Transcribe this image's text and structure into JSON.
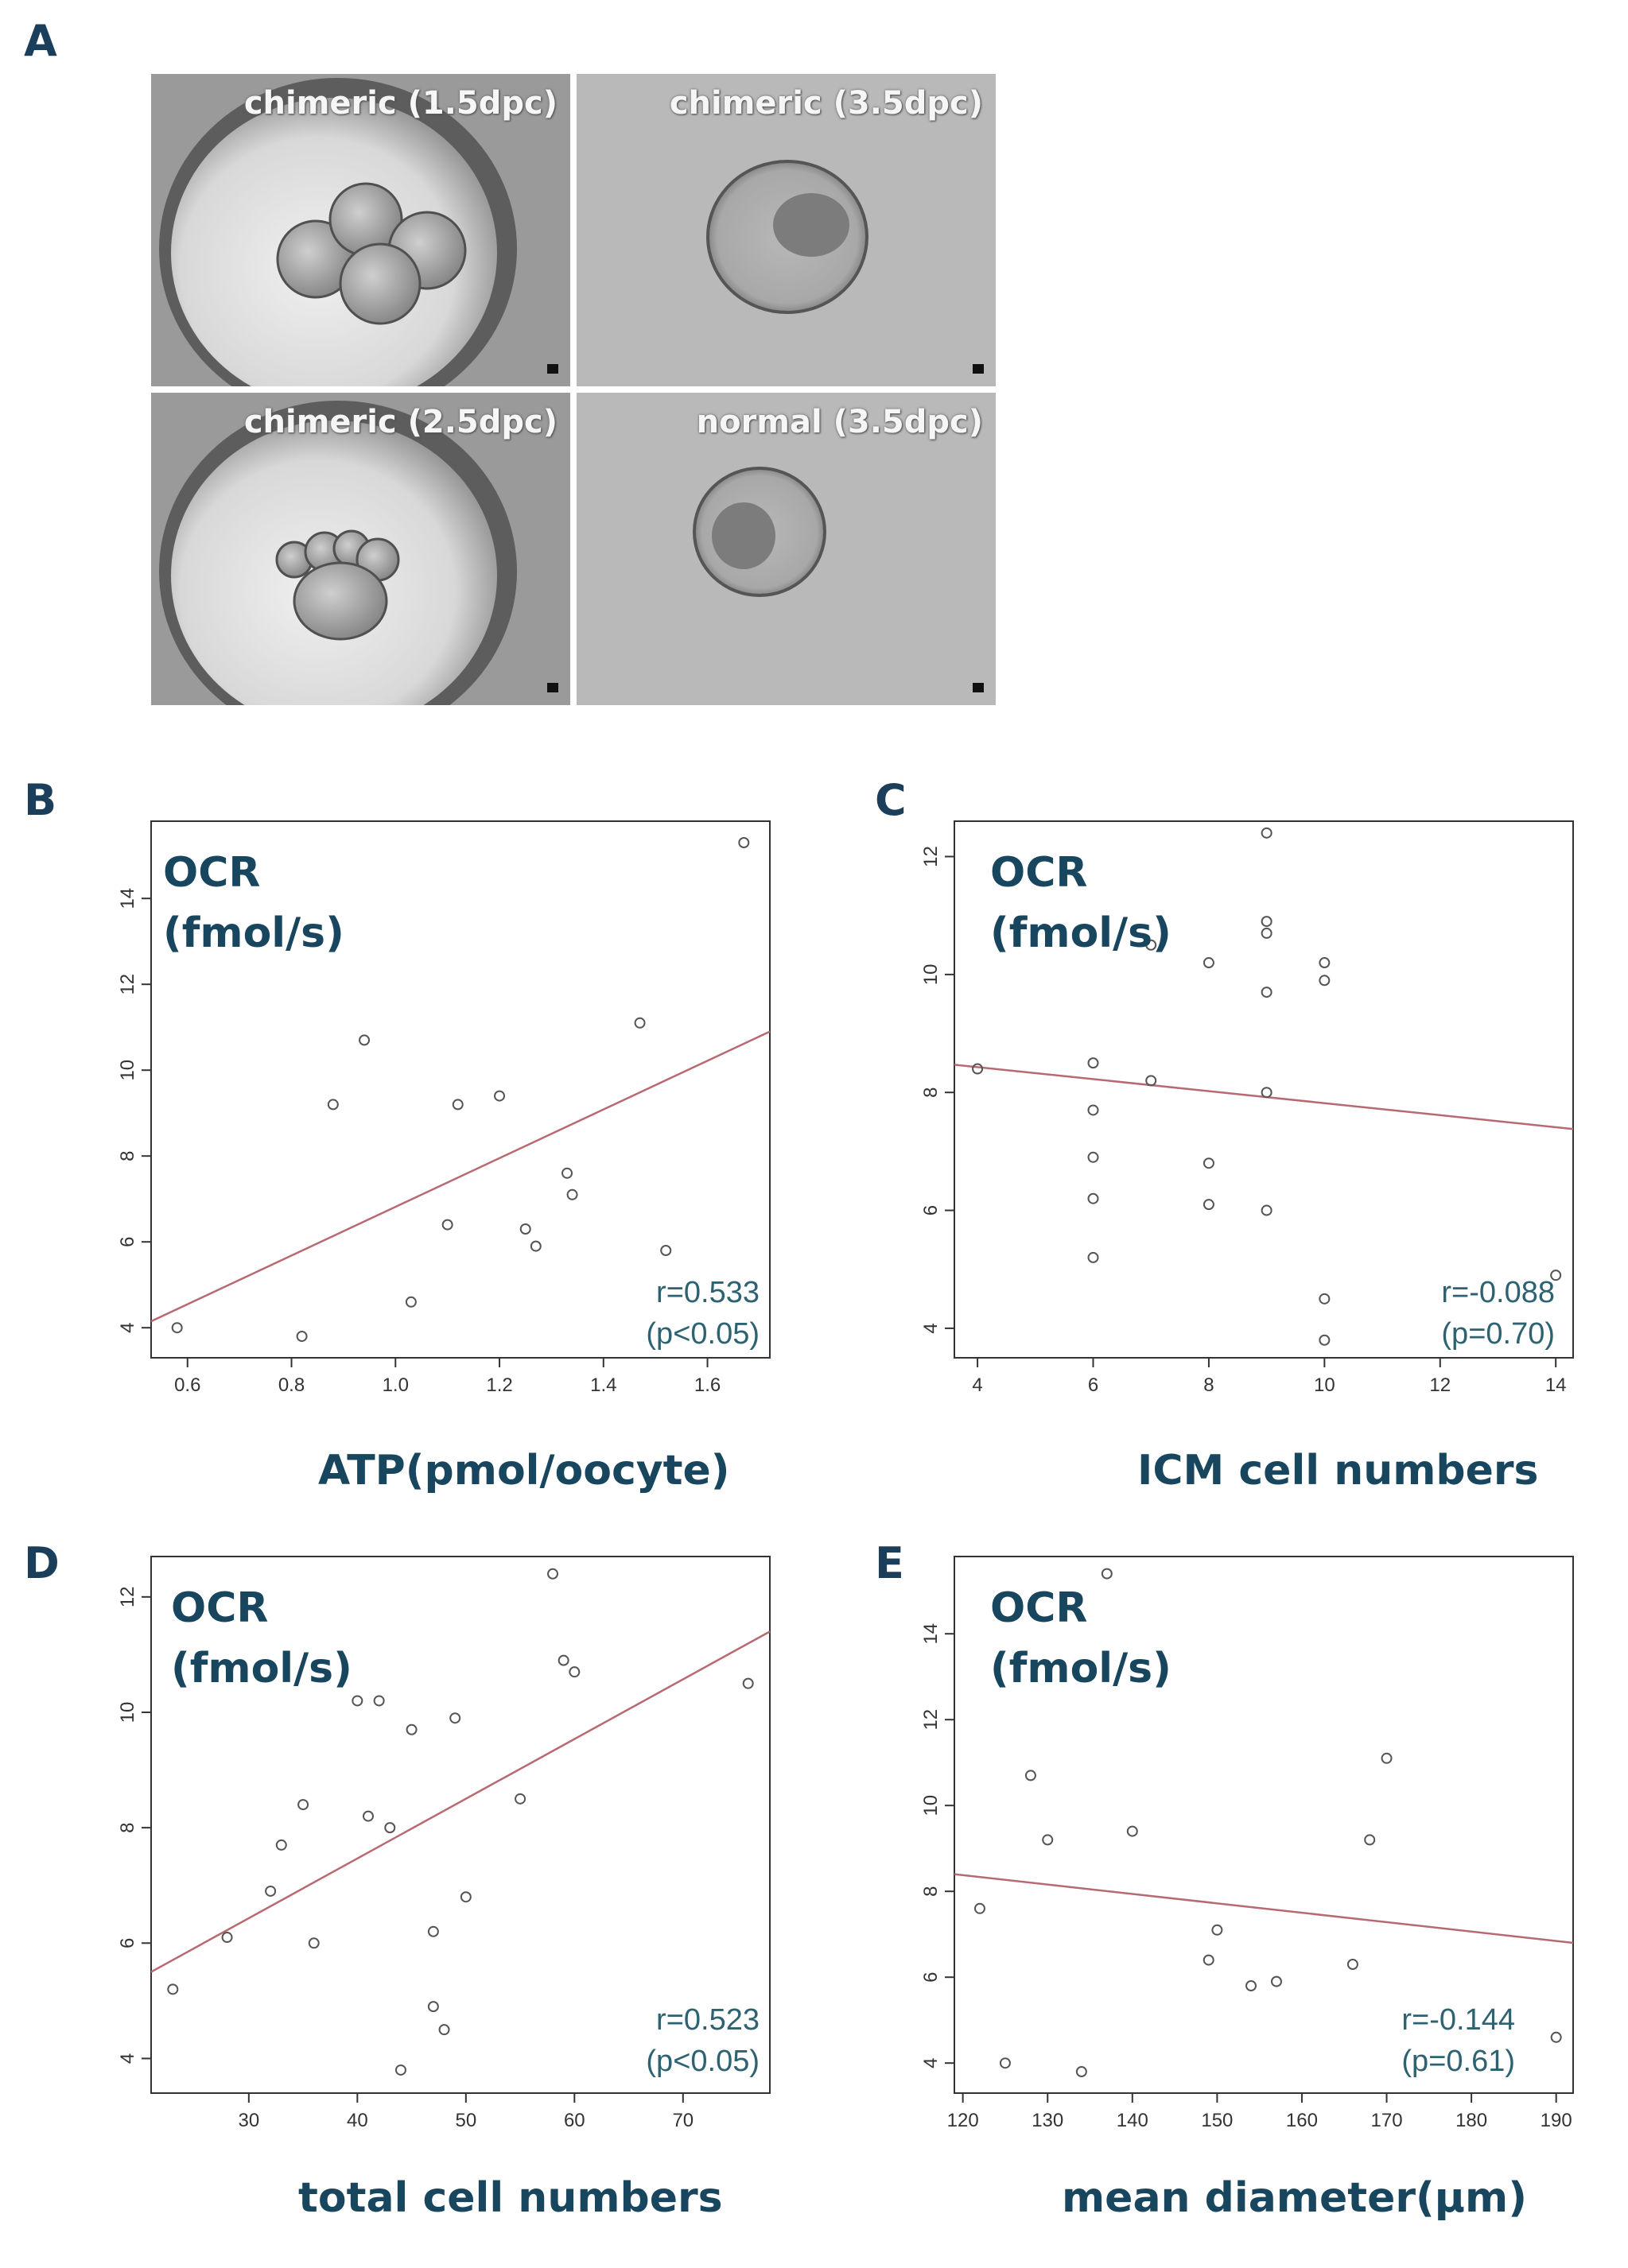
{
  "panels": {
    "A": {
      "letter": "A",
      "images": [
        {
          "label": "chimeric (1.5dpc)"
        },
        {
          "label": "chimeric (3.5dpc)"
        },
        {
          "label": "chimeric (2.5dpc)"
        },
        {
          "label": "normal (3.5dpc)"
        }
      ]
    }
  },
  "colors": {
    "panel_letter": "#1b3f5a",
    "axis_label": "#17465e",
    "stat_text": "#2d6272",
    "regression_line": "#b86a72",
    "point": "#555555"
  },
  "chart_data": [
    {
      "panel": "B",
      "type": "scatter",
      "ylabel_lines": [
        "OCR",
        "(fmol/s)"
      ],
      "xlabel": "ATP(pmol/oocyte)",
      "xlim": [
        0.53,
        1.72
      ],
      "ylim": [
        3.3,
        15.8
      ],
      "xticks": [
        0.6,
        0.8,
        1.0,
        1.2,
        1.4,
        1.6
      ],
      "xtick_labels": [
        "0.6",
        "0.8",
        "1.0",
        "1.2",
        "1.4",
        "1.6"
      ],
      "yticks": [
        4,
        6,
        8,
        10,
        12,
        14
      ],
      "ytick_labels": [
        "4",
        "6",
        "8",
        "10",
        "12",
        "14"
      ],
      "points": [
        [
          0.58,
          4.0
        ],
        [
          0.82,
          3.8
        ],
        [
          0.88,
          9.2
        ],
        [
          0.94,
          10.7
        ],
        [
          1.03,
          4.6
        ],
        [
          1.1,
          6.4
        ],
        [
          1.12,
          9.2
        ],
        [
          1.2,
          9.4
        ],
        [
          1.25,
          6.3
        ],
        [
          1.27,
          5.9
        ],
        [
          1.33,
          7.6
        ],
        [
          1.34,
          7.1
        ],
        [
          1.47,
          11.1
        ],
        [
          1.52,
          5.8
        ],
        [
          1.67,
          15.3
        ]
      ],
      "regression": {
        "x": [
          0.53,
          1.72
        ],
        "y": [
          4.15,
          10.9
        ]
      },
      "stats": {
        "r": "r=0.533",
        "p": "(p<0.05)"
      },
      "grid": false
    },
    {
      "panel": "C",
      "type": "scatter",
      "ylabel_lines": [
        "OCR",
        "(fmol/s)"
      ],
      "xlabel": "ICM cell numbers",
      "xlim": [
        3.6,
        14.3
      ],
      "ylim": [
        3.5,
        12.6
      ],
      "xticks": [
        4,
        6,
        8,
        10,
        12,
        14
      ],
      "xtick_labels": [
        "4",
        "6",
        "8",
        "10",
        "12",
        "14"
      ],
      "yticks": [
        4,
        6,
        8,
        10,
        12
      ],
      "ytick_labels": [
        "4",
        "6",
        "8",
        "10",
        "12"
      ],
      "points": [
        [
          4,
          8.4
        ],
        [
          6,
          8.5
        ],
        [
          6,
          7.7
        ],
        [
          6,
          6.9
        ],
        [
          6,
          6.2
        ],
        [
          6,
          5.2
        ],
        [
          7,
          10.5
        ],
        [
          7,
          8.2
        ],
        [
          8,
          10.2
        ],
        [
          8,
          6.8
        ],
        [
          8,
          6.1
        ],
        [
          9,
          12.4
        ],
        [
          9,
          10.9
        ],
        [
          9,
          10.7
        ],
        [
          9,
          9.7
        ],
        [
          9,
          8.0
        ],
        [
          9,
          6.0
        ],
        [
          10,
          10.2
        ],
        [
          10,
          9.9
        ],
        [
          10,
          4.5
        ],
        [
          10,
          3.8
        ],
        [
          14,
          4.9
        ]
      ],
      "regression": {
        "x": [
          3.6,
          14.3
        ],
        "y": [
          8.47,
          7.38
        ]
      },
      "stats": {
        "r": "r=-0.088",
        "p": "(p=0.70)"
      },
      "grid": false
    },
    {
      "panel": "D",
      "type": "scatter",
      "ylabel_lines": [
        "OCR",
        "(fmol/s)"
      ],
      "xlabel": "total cell numbers",
      "xlim": [
        21,
        78
      ],
      "ylim": [
        3.4,
        12.7
      ],
      "xticks": [
        30,
        40,
        50,
        60,
        70
      ],
      "xtick_labels": [
        "30",
        "40",
        "50",
        "60",
        "70"
      ],
      "yticks": [
        4,
        6,
        8,
        10,
        12
      ],
      "ytick_labels": [
        "4",
        "6",
        "8",
        "10",
        "12"
      ],
      "points": [
        [
          23,
          5.2
        ],
        [
          28,
          6.1
        ],
        [
          32,
          6.9
        ],
        [
          33,
          7.7
        ],
        [
          35,
          8.4
        ],
        [
          36,
          6.0
        ],
        [
          40,
          10.2
        ],
        [
          41,
          8.2
        ],
        [
          42,
          10.2
        ],
        [
          43,
          8.0
        ],
        [
          44,
          3.8
        ],
        [
          45,
          9.7
        ],
        [
          47,
          6.2
        ],
        [
          47,
          4.9
        ],
        [
          48,
          4.5
        ],
        [
          49,
          9.9
        ],
        [
          50,
          6.8
        ],
        [
          55,
          8.5
        ],
        [
          58,
          12.4
        ],
        [
          59,
          10.9
        ],
        [
          60,
          10.7
        ],
        [
          76,
          10.5
        ]
      ],
      "regression": {
        "x": [
          21,
          78
        ],
        "y": [
          5.5,
          11.4
        ]
      },
      "stats": {
        "r": "r=0.523",
        "p": "(p<0.05)"
      },
      "grid": false
    },
    {
      "panel": "E",
      "type": "scatter",
      "ylabel_lines": [
        "OCR",
        "(fmol/s)"
      ],
      "xlabel": "mean diameter(µm)",
      "xlim": [
        119,
        192
      ],
      "ylim": [
        3.3,
        15.8
      ],
      "xticks": [
        120,
        130,
        140,
        150,
        160,
        170,
        180,
        190
      ],
      "xtick_labels": [
        "120",
        "130",
        "140",
        "150",
        "160",
        "170",
        "180",
        "190"
      ],
      "yticks": [
        4,
        6,
        8,
        10,
        12,
        14
      ],
      "ytick_labels": [
        "4",
        "6",
        "8",
        "10",
        "12",
        "14"
      ],
      "points": [
        [
          122,
          7.6
        ],
        [
          125,
          4.0
        ],
        [
          128,
          10.7
        ],
        [
          130,
          9.2
        ],
        [
          134,
          3.8
        ],
        [
          137,
          15.4
        ],
        [
          140,
          9.4
        ],
        [
          149,
          6.4
        ],
        [
          150,
          7.1
        ],
        [
          154,
          5.8
        ],
        [
          157,
          5.9
        ],
        [
          166,
          6.3
        ],
        [
          168,
          9.2
        ],
        [
          170,
          11.1
        ],
        [
          190,
          4.6
        ]
      ],
      "regression": {
        "x": [
          119,
          192
        ],
        "y": [
          8.4,
          6.8
        ]
      },
      "stats": {
        "r": "r=-0.144",
        "p": "(p=0.61)"
      },
      "grid": false
    }
  ]
}
